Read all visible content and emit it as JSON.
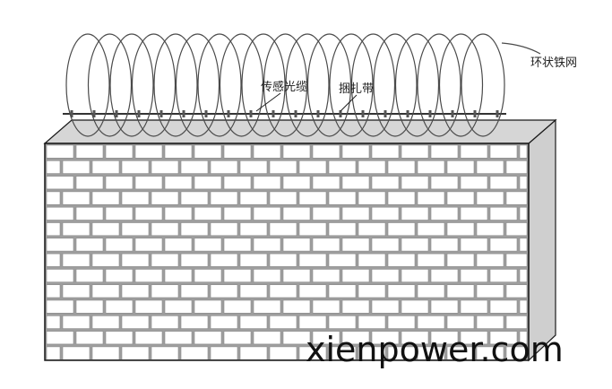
{
  "labels": {
    "razor_wire": "环状铁网",
    "sensing_cable": "传感光缆",
    "cable_tie": "捆扎带"
  },
  "watermark": "xienpower.com",
  "colors": {
    "brick_fill": "#ffffff",
    "mortar": "#9e9e9e",
    "wall_top": "#d6d6d6",
    "wall_side": "#cfcfcf",
    "wire": "#4a4a4a",
    "outline": "#1a1a1a"
  }
}
